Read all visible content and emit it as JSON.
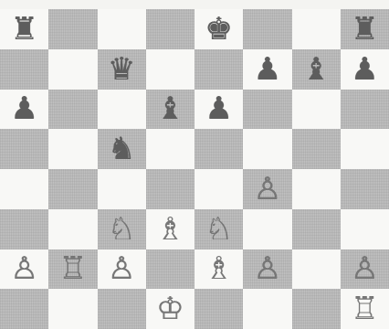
{
  "top_text": "",
  "board": {
    "rows": [
      [
        {
          "shade": "light",
          "piece": "rook",
          "color": "black",
          "icon": "black-rook-icon",
          "glyph": "♜"
        },
        {
          "shade": "dark",
          "piece": "",
          "color": "",
          "icon": "",
          "glyph": ""
        },
        {
          "shade": "light",
          "piece": "",
          "color": "",
          "icon": "",
          "glyph": ""
        },
        {
          "shade": "dark",
          "piece": "",
          "color": "",
          "icon": "",
          "glyph": ""
        },
        {
          "shade": "light",
          "piece": "king",
          "color": "black",
          "icon": "black-king-icon",
          "glyph": "♚"
        },
        {
          "shade": "dark",
          "piece": "",
          "color": "",
          "icon": "",
          "glyph": ""
        },
        {
          "shade": "light",
          "piece": "",
          "color": "",
          "icon": "",
          "glyph": ""
        },
        {
          "shade": "dark",
          "piece": "rook",
          "color": "black",
          "icon": "black-rook-icon",
          "glyph": "♜"
        }
      ],
      [
        {
          "shade": "dark",
          "piece": "",
          "color": "",
          "icon": "",
          "glyph": ""
        },
        {
          "shade": "light",
          "piece": "",
          "color": "",
          "icon": "",
          "glyph": ""
        },
        {
          "shade": "dark",
          "piece": "queen",
          "color": "black",
          "icon": "black-queen-icon",
          "glyph": "♛"
        },
        {
          "shade": "light",
          "piece": "",
          "color": "",
          "icon": "",
          "glyph": ""
        },
        {
          "shade": "dark",
          "piece": "",
          "color": "",
          "icon": "",
          "glyph": ""
        },
        {
          "shade": "light",
          "piece": "pawn",
          "color": "black",
          "icon": "black-pawn-icon",
          "glyph": "♟"
        },
        {
          "shade": "dark",
          "piece": "bishop",
          "color": "black",
          "icon": "black-bishop-icon",
          "glyph": "♝"
        },
        {
          "shade": "light",
          "piece": "pawn",
          "color": "black",
          "icon": "black-pawn-icon",
          "glyph": "♟"
        }
      ],
      [
        {
          "shade": "light",
          "piece": "pawn",
          "color": "black",
          "icon": "black-pawn-icon",
          "glyph": "♟"
        },
        {
          "shade": "dark",
          "piece": "",
          "color": "",
          "icon": "",
          "glyph": ""
        },
        {
          "shade": "light",
          "piece": "",
          "color": "",
          "icon": "",
          "glyph": ""
        },
        {
          "shade": "dark",
          "piece": "bishop",
          "color": "black",
          "icon": "black-bishop-icon",
          "glyph": "♝"
        },
        {
          "shade": "light",
          "piece": "pawn",
          "color": "black",
          "icon": "black-pawn-icon",
          "glyph": "♟"
        },
        {
          "shade": "dark",
          "piece": "",
          "color": "",
          "icon": "",
          "glyph": ""
        },
        {
          "shade": "light",
          "piece": "",
          "color": "",
          "icon": "",
          "glyph": ""
        },
        {
          "shade": "dark",
          "piece": "",
          "color": "",
          "icon": "",
          "glyph": ""
        }
      ],
      [
        {
          "shade": "dark",
          "piece": "",
          "color": "",
          "icon": "",
          "glyph": ""
        },
        {
          "shade": "light",
          "piece": "",
          "color": "",
          "icon": "",
          "glyph": ""
        },
        {
          "shade": "dark",
          "piece": "knight",
          "color": "black",
          "icon": "black-knight-icon",
          "glyph": "♞"
        },
        {
          "shade": "light",
          "piece": "",
          "color": "",
          "icon": "",
          "glyph": ""
        },
        {
          "shade": "dark",
          "piece": "",
          "color": "",
          "icon": "",
          "glyph": ""
        },
        {
          "shade": "light",
          "piece": "",
          "color": "",
          "icon": "",
          "glyph": ""
        },
        {
          "shade": "dark",
          "piece": "",
          "color": "",
          "icon": "",
          "glyph": ""
        },
        {
          "shade": "light",
          "piece": "",
          "color": "",
          "icon": "",
          "glyph": ""
        }
      ],
      [
        {
          "shade": "light",
          "piece": "",
          "color": "",
          "icon": "",
          "glyph": ""
        },
        {
          "shade": "dark",
          "piece": "",
          "color": "",
          "icon": "",
          "glyph": ""
        },
        {
          "shade": "light",
          "piece": "",
          "color": "",
          "icon": "",
          "glyph": ""
        },
        {
          "shade": "dark",
          "piece": "",
          "color": "",
          "icon": "",
          "glyph": ""
        },
        {
          "shade": "light",
          "piece": "",
          "color": "",
          "icon": "",
          "glyph": ""
        },
        {
          "shade": "dark",
          "piece": "pawn",
          "color": "white",
          "icon": "white-pawn-icon",
          "glyph": "♙"
        },
        {
          "shade": "light",
          "piece": "",
          "color": "",
          "icon": "",
          "glyph": ""
        },
        {
          "shade": "dark",
          "piece": "",
          "color": "",
          "icon": "",
          "glyph": ""
        }
      ],
      [
        {
          "shade": "dark",
          "piece": "",
          "color": "",
          "icon": "",
          "glyph": ""
        },
        {
          "shade": "light",
          "piece": "",
          "color": "",
          "icon": "",
          "glyph": ""
        },
        {
          "shade": "dark",
          "piece": "knight",
          "color": "white",
          "icon": "white-knight-icon",
          "glyph": "♘"
        },
        {
          "shade": "light",
          "piece": "bishop",
          "color": "white",
          "icon": "white-bishop-icon",
          "glyph": "♗"
        },
        {
          "shade": "dark",
          "piece": "knight",
          "color": "white",
          "icon": "white-knight-icon",
          "glyph": "♘"
        },
        {
          "shade": "light",
          "piece": "",
          "color": "",
          "icon": "",
          "glyph": ""
        },
        {
          "shade": "dark",
          "piece": "",
          "color": "",
          "icon": "",
          "glyph": ""
        },
        {
          "shade": "light",
          "piece": "",
          "color": "",
          "icon": "",
          "glyph": ""
        }
      ],
      [
        {
          "shade": "light",
          "piece": "pawn",
          "color": "white",
          "icon": "white-pawn-icon",
          "glyph": "♙"
        },
        {
          "shade": "dark",
          "piece": "rook",
          "color": "white",
          "icon": "white-rook-icon",
          "glyph": "♖"
        },
        {
          "shade": "light",
          "piece": "pawn",
          "color": "white",
          "icon": "white-pawn-icon",
          "glyph": "♙"
        },
        {
          "shade": "dark",
          "piece": "",
          "color": "",
          "icon": "",
          "glyph": ""
        },
        {
          "shade": "light",
          "piece": "bishop",
          "color": "white",
          "icon": "white-bishop-icon",
          "glyph": "♗"
        },
        {
          "shade": "dark",
          "piece": "pawn",
          "color": "white",
          "icon": "white-pawn-icon",
          "glyph": "♙"
        },
        {
          "shade": "light",
          "piece": "",
          "color": "",
          "icon": "",
          "glyph": ""
        },
        {
          "shade": "dark",
          "piece": "pawn",
          "color": "white",
          "icon": "white-pawn-icon",
          "glyph": "♙"
        }
      ],
      [
        {
          "shade": "dark",
          "piece": "",
          "color": "",
          "icon": "",
          "glyph": ""
        },
        {
          "shade": "light",
          "piece": "",
          "color": "",
          "icon": "",
          "glyph": ""
        },
        {
          "shade": "dark",
          "piece": "",
          "color": "",
          "icon": "",
          "glyph": ""
        },
        {
          "shade": "light",
          "piece": "king",
          "color": "white",
          "icon": "white-king-icon",
          "glyph": "♔"
        },
        {
          "shade": "dark",
          "piece": "",
          "color": "",
          "icon": "",
          "glyph": ""
        },
        {
          "shade": "light",
          "piece": "",
          "color": "",
          "icon": "",
          "glyph": ""
        },
        {
          "shade": "dark",
          "piece": "",
          "color": "",
          "icon": "",
          "glyph": ""
        },
        {
          "shade": "light",
          "piece": "rook",
          "color": "white",
          "icon": "white-rook-icon",
          "glyph": "♖"
        }
      ]
    ]
  }
}
